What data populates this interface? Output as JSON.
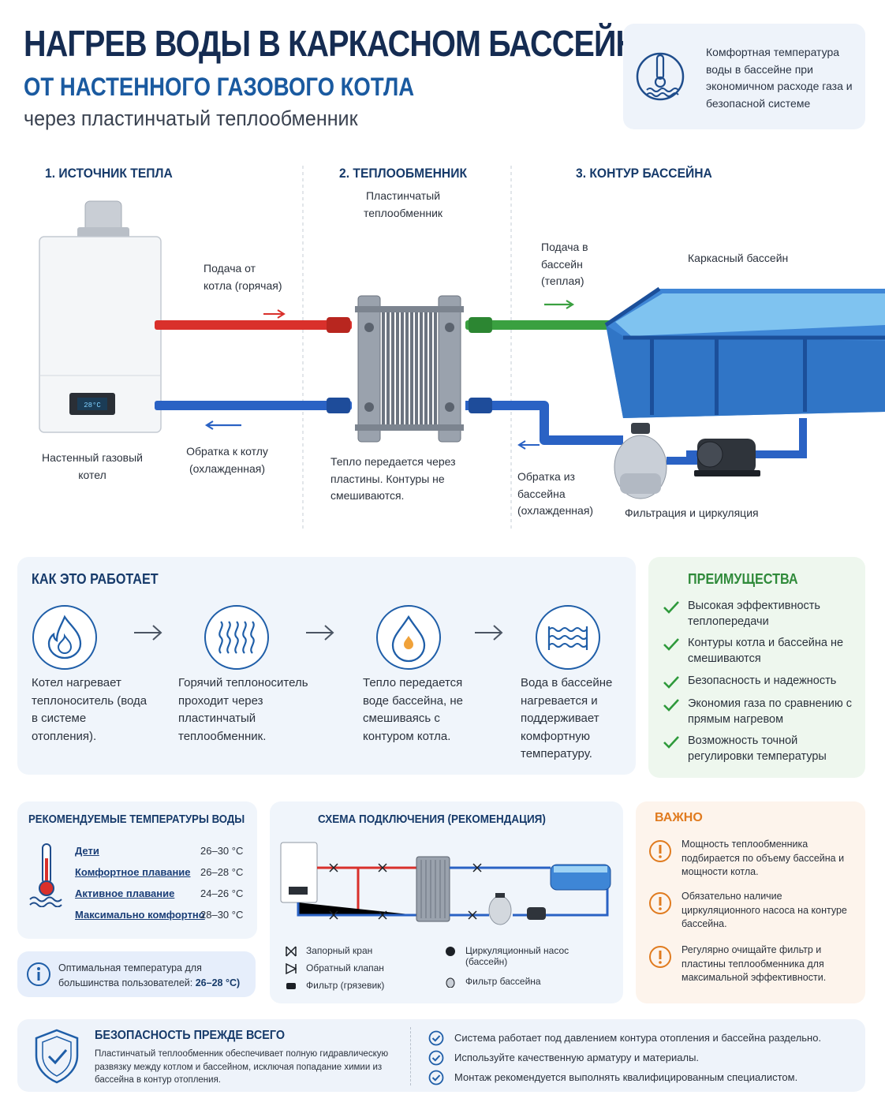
{
  "header": {
    "title_line1": "НАГРЕВ ВОДЫ В КАРКАСНОМ БАССЕЙНЕ",
    "title_line2": "ОТ НАСТЕННОГО ГАЗОВОГО КОТЛА",
    "title_line3": "через пластинчатый теплообменник",
    "card_text": "Комфортная температура воды в бассейне при экономичном расходе газа и безопасной системе"
  },
  "diagram": {
    "step1": "1. ИСТОЧНИК ТЕПЛА",
    "step2": "2. ТЕПЛООБМЕННИК",
    "step3": "3. КОНТУР БАССЕЙНА",
    "hx_caption": "Пластинчатый теплообменник",
    "boiler_caption": "Настенный газовый котел",
    "supply_boiler": "Подача от котла (горячая)",
    "return_boiler": "Обратка к котлу (охлажденная)",
    "hx_note": "Тепло передается через пластины. Контуры не смешиваются.",
    "supply_pool": "Подача в бассейн (теплая)",
    "return_pool": "Обратка из бассейна (охлажденная)",
    "pool_caption": "Каркасный бассейн",
    "filter_caption": "Фильтрация и циркуляция",
    "display": "28°C"
  },
  "how": {
    "title": "КАК ЭТО РАБОТАЕТ",
    "steps": [
      "Котел нагревает теплоноситель (вода в системе отопления).",
      "Горячий теплоноситель проходит через пластинчатый теплообменник.",
      "Тепло передается воде бассейна, не смешиваясь с контуром котла.",
      "Вода в бассейне нагревается и поддерживает комфортную температуру."
    ]
  },
  "advantages": {
    "title": "ПРЕИМУЩЕСТВА",
    "items": [
      "Высокая эффективность теплопередачи",
      "Контуры котла и бассейна не смешиваются",
      "Безопасность и надежность",
      "Экономия газа по сравнению с прямым нагревом",
      "Возможность точной регулировки температуры"
    ]
  },
  "temps": {
    "title": "РЕКОМЕНДУЕМЫЕ ТЕМПЕРАТУРЫ ВОДЫ",
    "rows": [
      {
        "name": "Дети",
        "value": "26–30 °C"
      },
      {
        "name": "Комфортное плавание",
        "value": "26–28 °C"
      },
      {
        "name": "Активное плавание",
        "value": "24–26 °C"
      },
      {
        "name": "Максимально комфортно",
        "value": "28–30 °C"
      }
    ],
    "note_prefix": "Оптимальная температура для большинства пользователей: ",
    "note_bold": "26–28 °C)"
  },
  "scheme": {
    "title": "СХЕМА ПОДКЛЮЧЕНИЯ (РЕКОМЕНДАЦИЯ)",
    "legend": {
      "valve": "Запорный кран",
      "check": "Обратный клапан",
      "strainer": "Фильтр (грязевик)",
      "pump": "Циркуляционный насос (бассейн)",
      "filter": "Фильтр бассейна"
    }
  },
  "important": {
    "title": "ВАЖНО",
    "items": [
      "Мощность теплообменника подбирается по объему бассейна и мощности котла.",
      "Обязательно наличие циркуляционного насоса на контуре бассейна.",
      "Регулярно очищайте фильтр и пластины теплообменника для максимальной эффективности."
    ]
  },
  "safety": {
    "title": "БЕЗОПАСНОСТЬ ПРЕЖДЕ ВСЕГО",
    "text": "Пластинчатый теплообменник обеспечивает полную гидравлическую развязку между котлом и бассейном, исключая попадание химии из бассейна в контур отопления.",
    "checks": [
      "Система работает под давлением контура отопления и бассейна раздельно.",
      "Используйте качественную арматуру и материалы.",
      "Монтаж рекомендуется выполнять квалифицированным специалистом."
    ]
  },
  "colors": {
    "hot": "#d9302b",
    "cold": "#2a62c4",
    "warm": "#3aa040",
    "accent": "#163a6a",
    "orange": "#e07b1f",
    "green": "#2f9a3c"
  }
}
